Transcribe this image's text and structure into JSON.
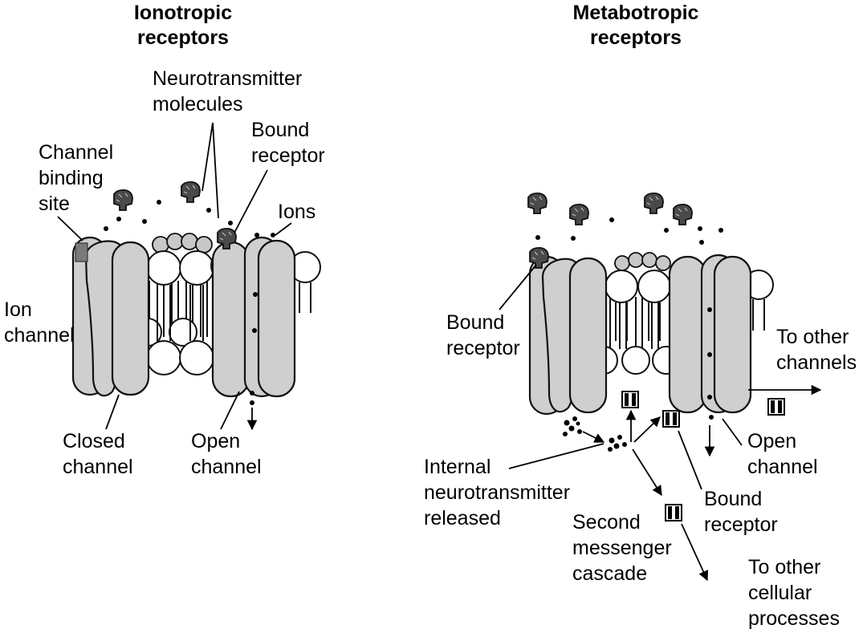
{
  "titles": {
    "ionotropic_line1": "Ionotropic",
    "ionotropic_line2": "receptors",
    "metabotropic_line1": "Metabotropic",
    "metabotropic_line2": "receptors"
  },
  "ionotropic_labels": {
    "neurotransmitter_line1": "Neurotransmitter",
    "neurotransmitter_line2": "molecules",
    "bound_receptor_line1": "Bound",
    "bound_receptor_line2": "receptor",
    "channel_binding_line1": "Channel",
    "channel_binding_line2": "binding",
    "channel_binding_line3": "site",
    "ions": "Ions",
    "ion_channel_line1": "Ion",
    "ion_channel_line2": "channel",
    "closed_channel_line1": "Closed",
    "closed_channel_line2": "channel",
    "open_channel_line1": "Open",
    "open_channel_line2": "channel"
  },
  "metabotropic_labels": {
    "bound_receptor_left_line1": "Bound",
    "bound_receptor_left_line2": "receptor",
    "to_other_channels_line1": "To other",
    "to_other_channels_line2": "channels",
    "open_channel_line1": "Open",
    "open_channel_line2": "channel",
    "internal_nt_line1": "Internal",
    "internal_nt_line2": "neurotransmitter",
    "internal_nt_line3": "released",
    "bound_receptor_right_line1": "Bound",
    "bound_receptor_right_line2": "receptor",
    "second_messenger_line1": "Second",
    "second_messenger_line2": "messenger",
    "second_messenger_line3": "cascade",
    "to_other_cellular_line1": "To other",
    "to_other_cellular_line2": "cellular",
    "to_other_cellular_line3": "processes"
  }
}
